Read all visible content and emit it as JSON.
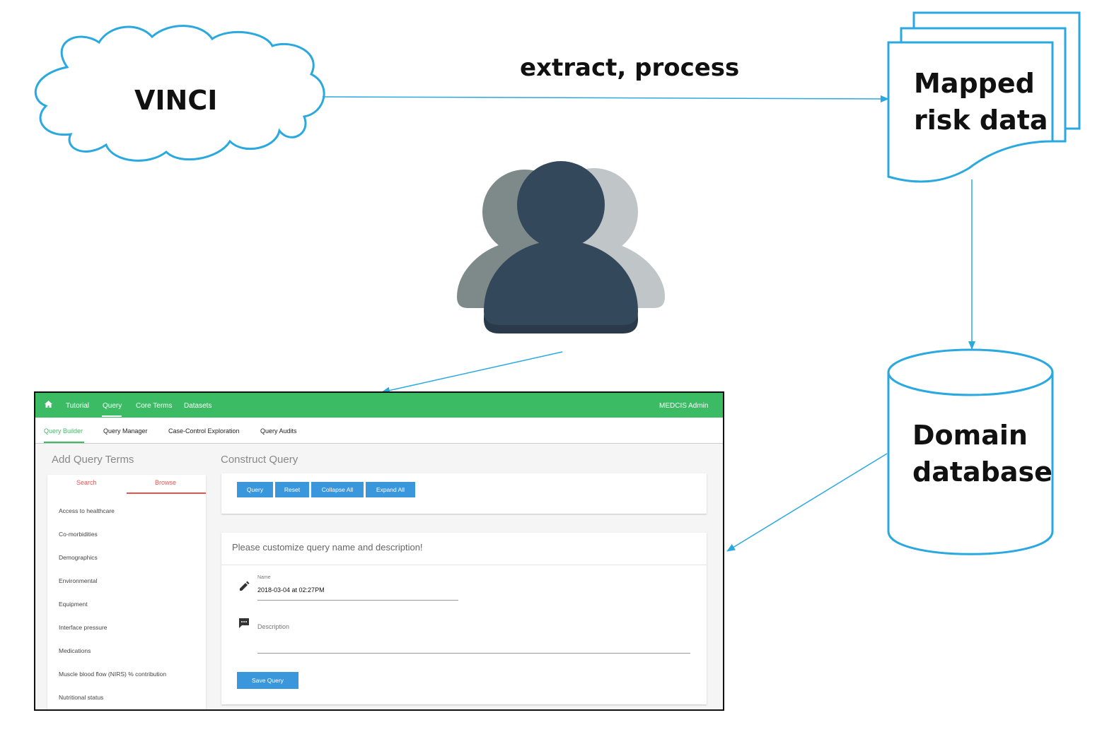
{
  "nodes": {
    "vinci": "VINCI",
    "mapped_line1": "Mapped",
    "mapped_line2": "risk data",
    "domain_line1": "Domain",
    "domain_line2": "database"
  },
  "edges": {
    "vinci_to_mapped": "extract, process"
  },
  "colors": {
    "outline": "#2aa8e0",
    "person_front": "#34485c",
    "person_left": "#7e8a8a",
    "person_right": "#c0c5c8",
    "green_bar": "#3bbb63",
    "button": "#3a97db",
    "browse_red": "#e5534b"
  },
  "screenshot": {
    "topnav": {
      "home_icon": "home-icon",
      "items": [
        "Tutorial",
        "Query",
        "Core Terms",
        "Datasets"
      ],
      "active": "Query",
      "user": "MEDCIS Admin"
    },
    "subnav": {
      "items": [
        "Query Builder",
        "Query Manager",
        "Case-Control Exploration",
        "Query Audits"
      ],
      "active": "Query Builder"
    },
    "left": {
      "title": "Add Query Terms",
      "tabs": [
        "Search",
        "Browse"
      ],
      "active_tab": "Browse",
      "terms": [
        "Access to healthcare",
        "Co-morbidities",
        "Demographics",
        "Environmental",
        "Equipment",
        "Interface pressure",
        "Medications",
        "Muscle blood flow (NIRS) % contribution",
        "Nutritional status"
      ]
    },
    "right": {
      "title": "Construct Query",
      "buttons": [
        "Query",
        "Reset",
        "Collapse All",
        "Expand All"
      ],
      "customize_heading": "Please customize query name and description!",
      "name_label": "Name",
      "name_value": "2018-03-04 at 02:27PM",
      "description_placeholder": "Description",
      "save_button": "Save Query",
      "icons": [
        "pencil-icon",
        "comment-icon"
      ]
    }
  }
}
